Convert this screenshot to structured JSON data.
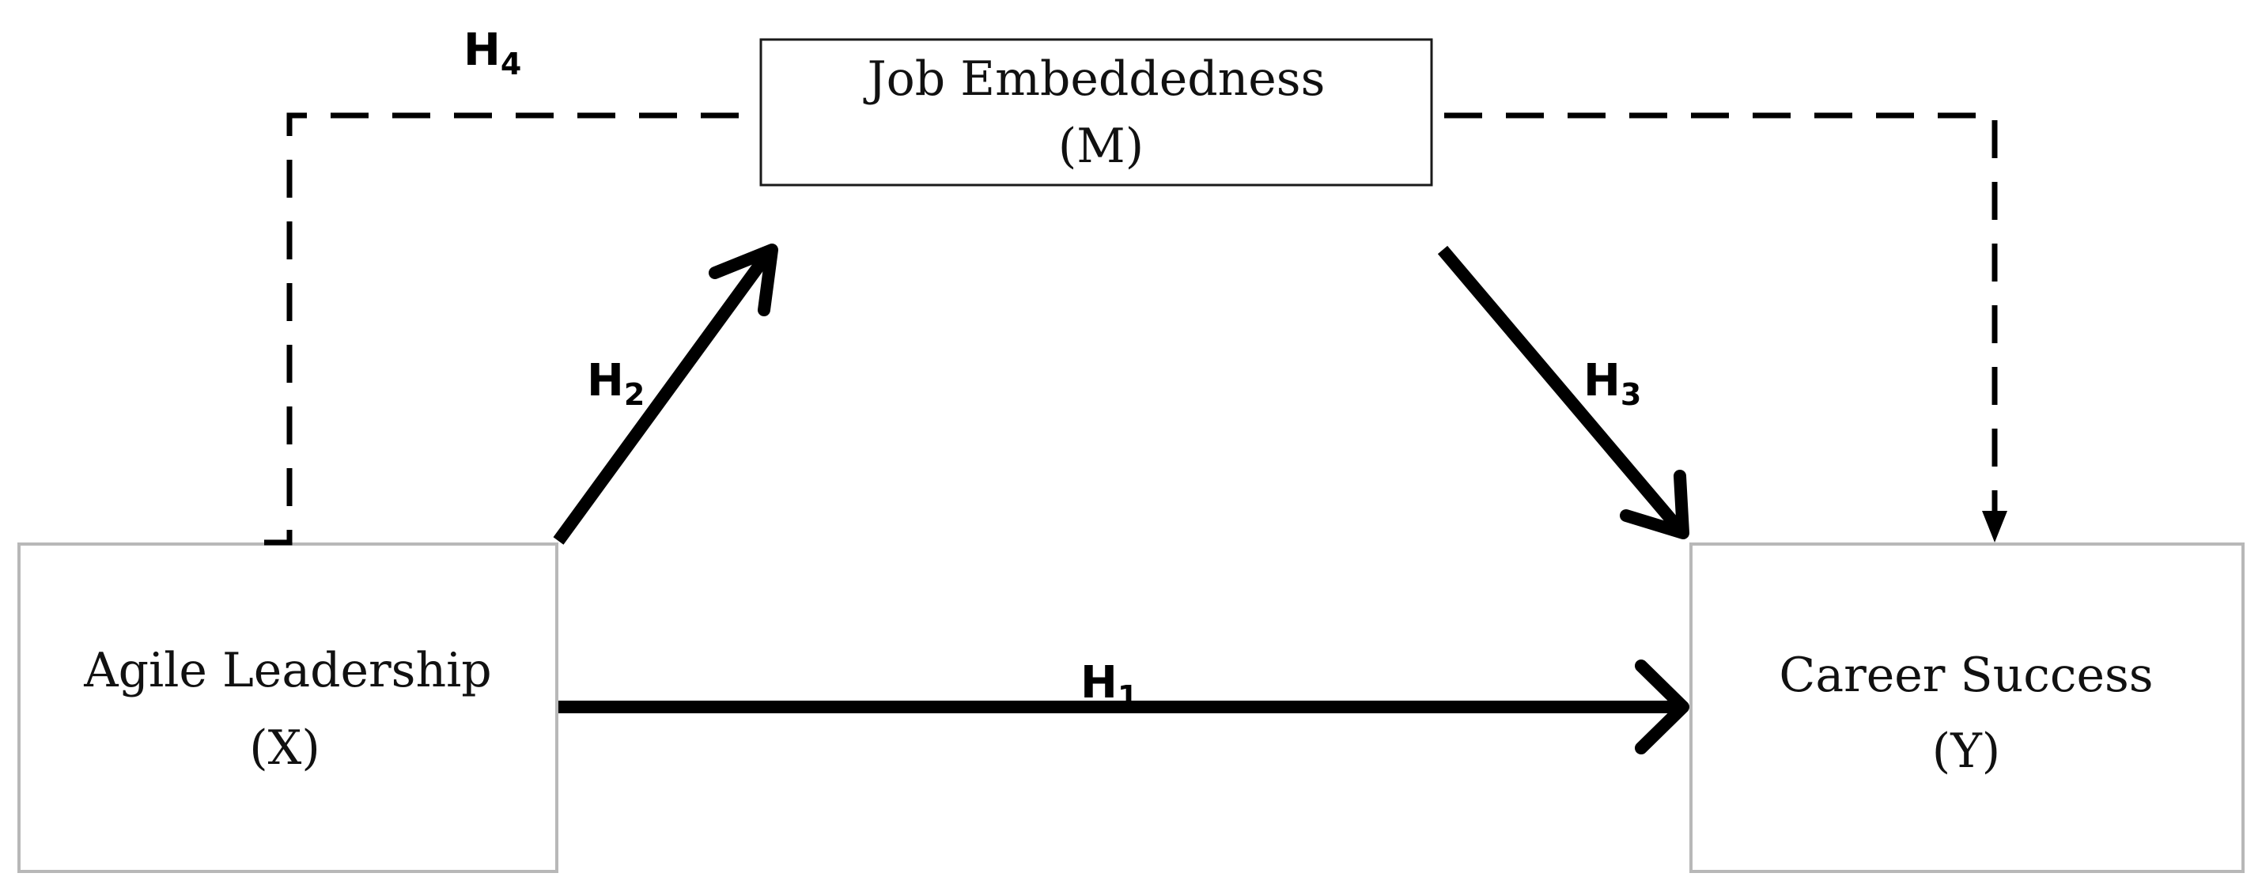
{
  "nodes": {
    "mediator": {
      "title": "Job Embeddedness",
      "symbol": "(M)"
    },
    "independent": {
      "title": "Agile Leadership",
      "symbol": "(X)"
    },
    "dependent": {
      "title": "Career Success",
      "symbol": "(Y)"
    }
  },
  "hypotheses": {
    "h1": {
      "letter": "H",
      "index": "1"
    },
    "h2": {
      "letter": "H",
      "index": "2"
    },
    "h3": {
      "letter": "H",
      "index": "3"
    },
    "h4": {
      "letter": "H",
      "index": "4"
    }
  },
  "colors": {
    "stroke": "#000000",
    "box_border_dark": "#1a1a1a",
    "box_border_light": "#b8b8b8"
  }
}
